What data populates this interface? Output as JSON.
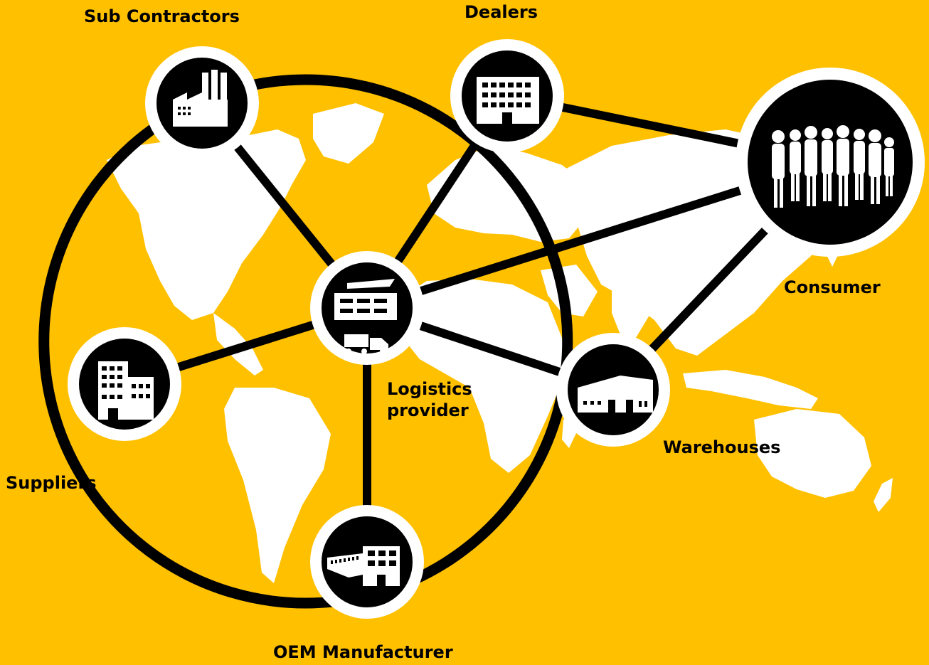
{
  "background_color": "#ffc000",
  "node_fill": "#000000",
  "node_ring": "#ffffff",
  "map_color": "#ffffff",
  "nodes": {
    "sub_contractors": {
      "label": "Sub Contractors",
      "icon": "factory-icon"
    },
    "dealers": {
      "label": "Dealers",
      "icon": "office-building-icon"
    },
    "consumer": {
      "label": "Consumer",
      "icon": "crowd-icon"
    },
    "logistics": {
      "label": "Logistics\nprovider",
      "icon": "logistics-warehouse-truck-icon"
    },
    "suppliers": {
      "label": "Suppliers",
      "icon": "apartment-building-icon"
    },
    "warehouses": {
      "label": "Warehouses",
      "icon": "warehouse-icon"
    },
    "oem": {
      "label": "OEM Manufacturer",
      "icon": "manufacturing-plant-icon"
    }
  }
}
